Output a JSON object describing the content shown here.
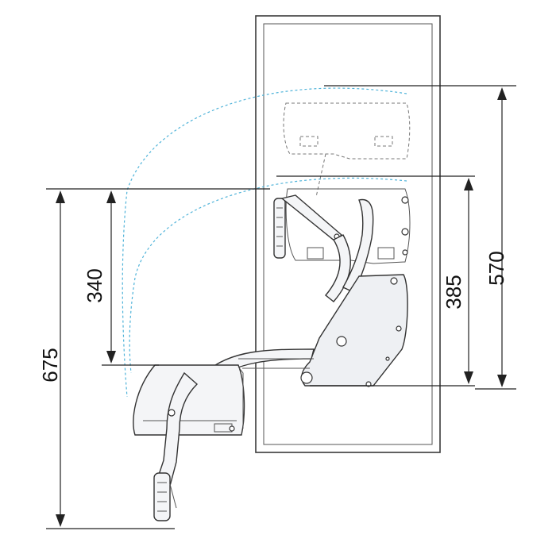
{
  "dimensions": {
    "d675": "675",
    "d340": "340",
    "d385": "385",
    "d570": "570"
  },
  "colors": {
    "line": "#333333",
    "swing_path": "#4fb3d9",
    "background": "#ffffff"
  }
}
